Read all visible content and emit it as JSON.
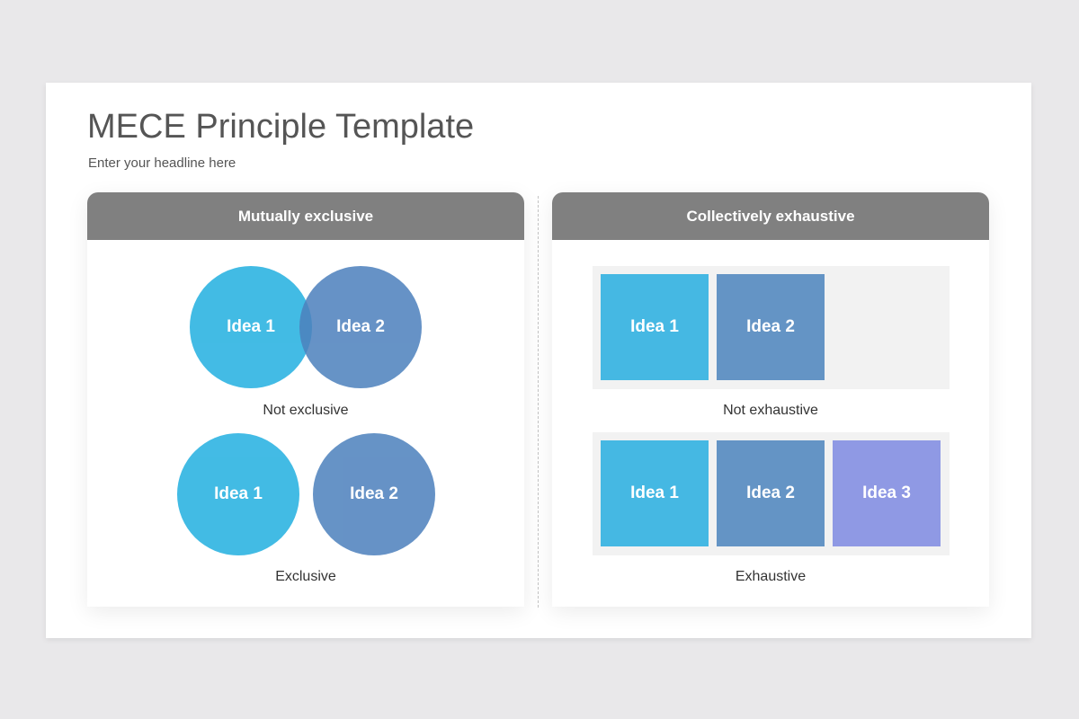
{
  "slide": {
    "title": "MECE Principle Template",
    "subtitle": "Enter your headline here"
  },
  "left_panel": {
    "header": "Mutually exclusive",
    "not_exclusive": {
      "idea1": "Idea 1",
      "idea2": "Idea 2",
      "caption": "Not exclusive"
    },
    "exclusive": {
      "idea1": "Idea 1",
      "idea2": "Idea 2",
      "caption": "Exclusive"
    }
  },
  "right_panel": {
    "header": "Collectively exhaustive",
    "not_exhaustive": {
      "idea1": "Idea 1",
      "idea2": "Idea 2",
      "caption": "Not exhaustive"
    },
    "exhaustive": {
      "idea1": "Idea 1",
      "idea2": "Idea 2",
      "idea3": "Idea 3",
      "caption": "Exhaustive"
    }
  },
  "colors": {
    "header_gray": "#808080",
    "idea_light_blue": "#45b8e3",
    "idea_dark_blue": "#6494c5",
    "idea_purple": "#8f99e4"
  }
}
